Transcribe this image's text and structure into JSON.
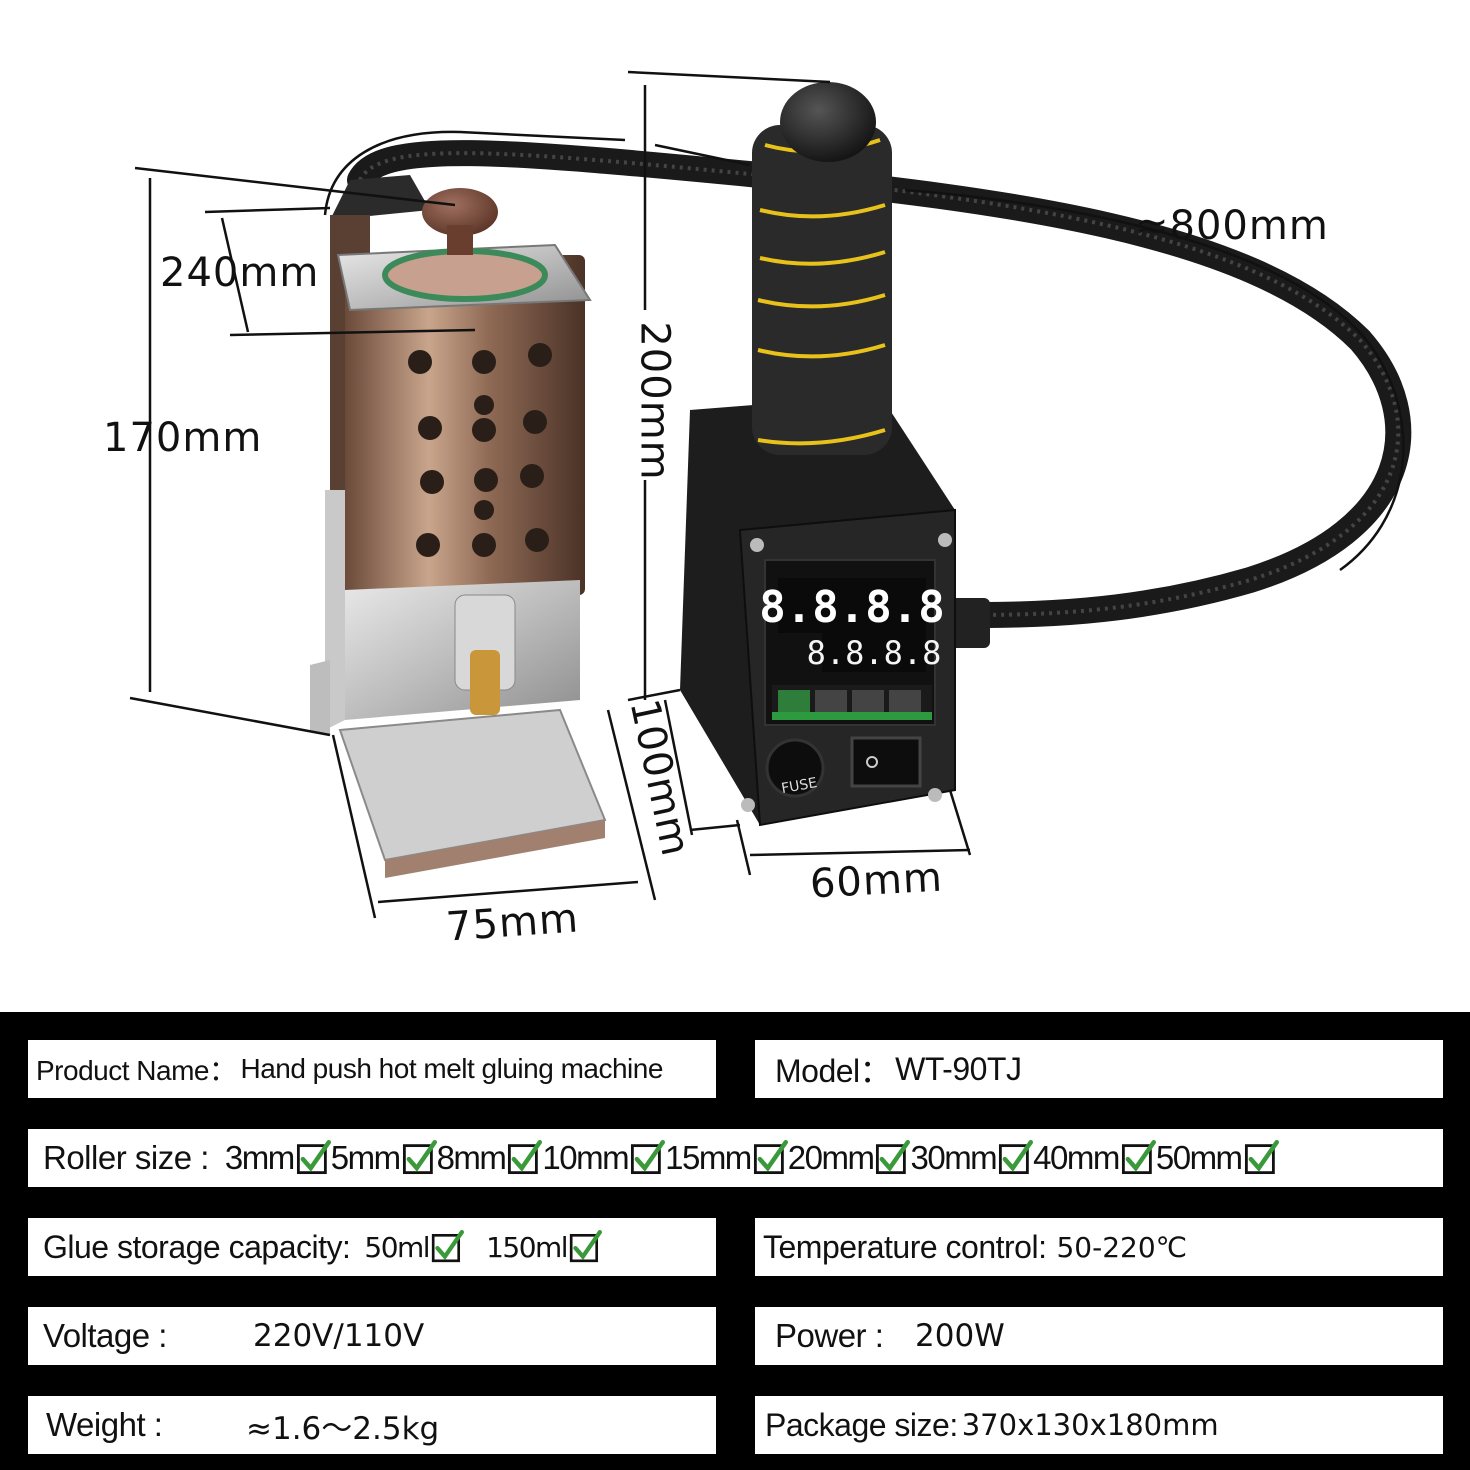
{
  "dimensions": {
    "cable_length": "≈800mm",
    "pot_diameter": "240mm",
    "pot_height": "170mm",
    "handle_height": "200mm",
    "base_width": "75mm",
    "box_depth": "100mm",
    "box_width": "60mm"
  },
  "device": {
    "display_top": "8.8.8.8",
    "display_bottom": "8.8.8.8",
    "fuse_label": "FUSE"
  },
  "specs": {
    "product_name": {
      "label": "Product Name：",
      "value": "Hand push hot melt gluing machine"
    },
    "model": {
      "label": "Model：",
      "value": "WT-90TJ"
    },
    "roller_size": {
      "label": "Roller size :",
      "options": [
        "3mm",
        "5mm",
        "8mm",
        "10mm",
        "15mm",
        "20mm",
        "30mm",
        "40mm",
        "50mm"
      ]
    },
    "glue_storage": {
      "label": "Glue storage capacity:",
      "options": [
        "50ml",
        "150ml"
      ]
    },
    "temperature": {
      "label": "Temperature control:",
      "value": "50-220℃"
    },
    "voltage": {
      "label": "Voltage :",
      "value": "220V/110V"
    },
    "power": {
      "label": "Power :",
      "value": "200W"
    },
    "weight": {
      "label": "Weight :",
      "value": "≈1.6～2.5kg"
    },
    "package": {
      "label": "Package size:",
      "value": "370x130x180mm"
    }
  },
  "colors": {
    "check": "#3a9a3a",
    "accent_yellow": "#e8c21a",
    "panel": "#000000"
  }
}
